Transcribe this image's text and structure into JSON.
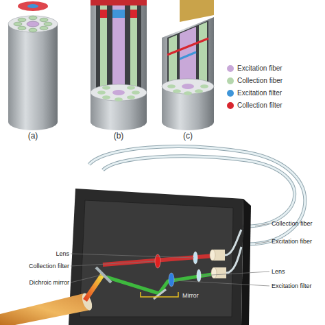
{
  "diagram": {
    "labels": [
      "(a)",
      "(b)",
      "(c)",
      "Collection fiber",
      "Excitation fiber",
      "Lens",
      "Collection filter",
      "Lens",
      "Dichroic mirror",
      "Excitation filter",
      "Mirror"
    ],
    "legend": [
      {
        "text": "Excitation fiber",
        "color": "#c8a8d8"
      },
      {
        "text": "Collection fiber",
        "color": "#b5d6ad"
      },
      {
        "text": "Excitation filter",
        "color": "#3f95d8"
      },
      {
        "text": "Collection filter",
        "color": "#d8262e"
      }
    ]
  }
}
